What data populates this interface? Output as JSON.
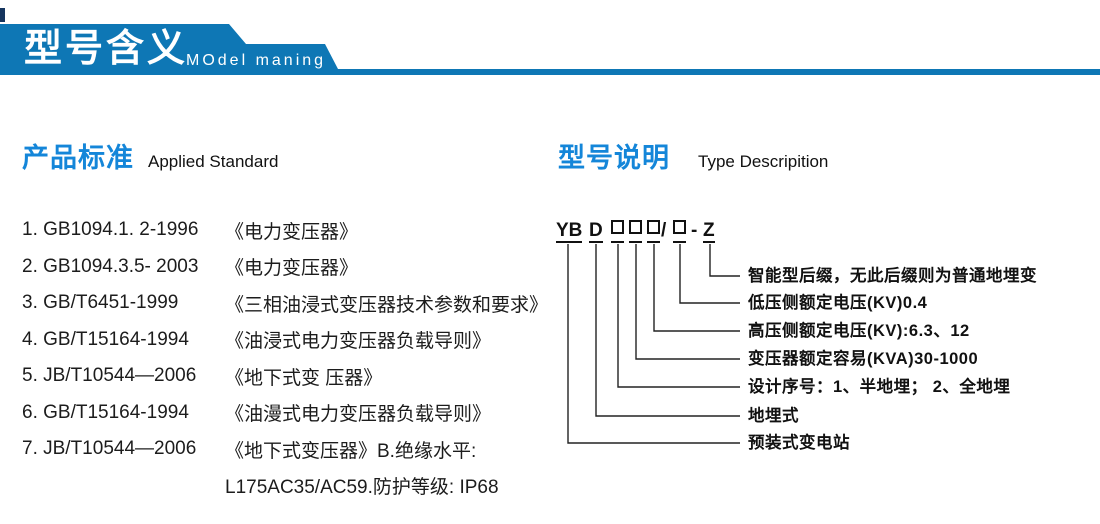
{
  "banner": {
    "title": "型号含义",
    "subtitle": "MOdel maning",
    "color": "#0e77b5",
    "accent_color": "#15355e"
  },
  "sections": {
    "standards": {
      "title_zh": "产品标准",
      "title_en": "Applied Standard"
    },
    "type": {
      "title_zh": "型号说明",
      "title_en": "Type Descripition"
    }
  },
  "standards": {
    "items": [
      {
        "code": "1. GB1094.1. 2-1996",
        "title": "《电力变压器》"
      },
      {
        "code": "2. GB1094.3.5- 2003",
        "title": "《电力变压器》"
      },
      {
        "code": "3. GB/T6451-1999",
        "title": "《三相油浸式变压器技术参数和要求》"
      },
      {
        "code": "4. GB/T15164-1994",
        "title": "《油浸式电力变压器负载导则》"
      },
      {
        "code": "5. JB/T10544—2006",
        "title": "《地下式变 压器》"
      },
      {
        "code": "6. GB/T15164-1994",
        "title": "《油漫式电力变压器负载导则》"
      },
      {
        "code": "7. JB/T10544—2006",
        "title": "《地下式变压器》B.绝缘水平:"
      },
      {
        "code": "",
        "title": "L175AC35/AC59.防护等级: IP68"
      }
    ]
  },
  "diagram": {
    "code": {
      "prefix": "YB",
      "series": "D",
      "slash": "/",
      "dash": "-",
      "suffix": "Z"
    },
    "labels": [
      "智能型后缀，无此后缀则为普通地埋变",
      "低压侧额定电压(KV)0.4",
      "高压侧额定电压(KV):6.3、12",
      "变压器额定容易(KVA)30-1000",
      "设计序号：1、半地埋； 2、全地埋",
      "地埋式",
      "预装式变电站"
    ],
    "line_color": "#222222"
  }
}
